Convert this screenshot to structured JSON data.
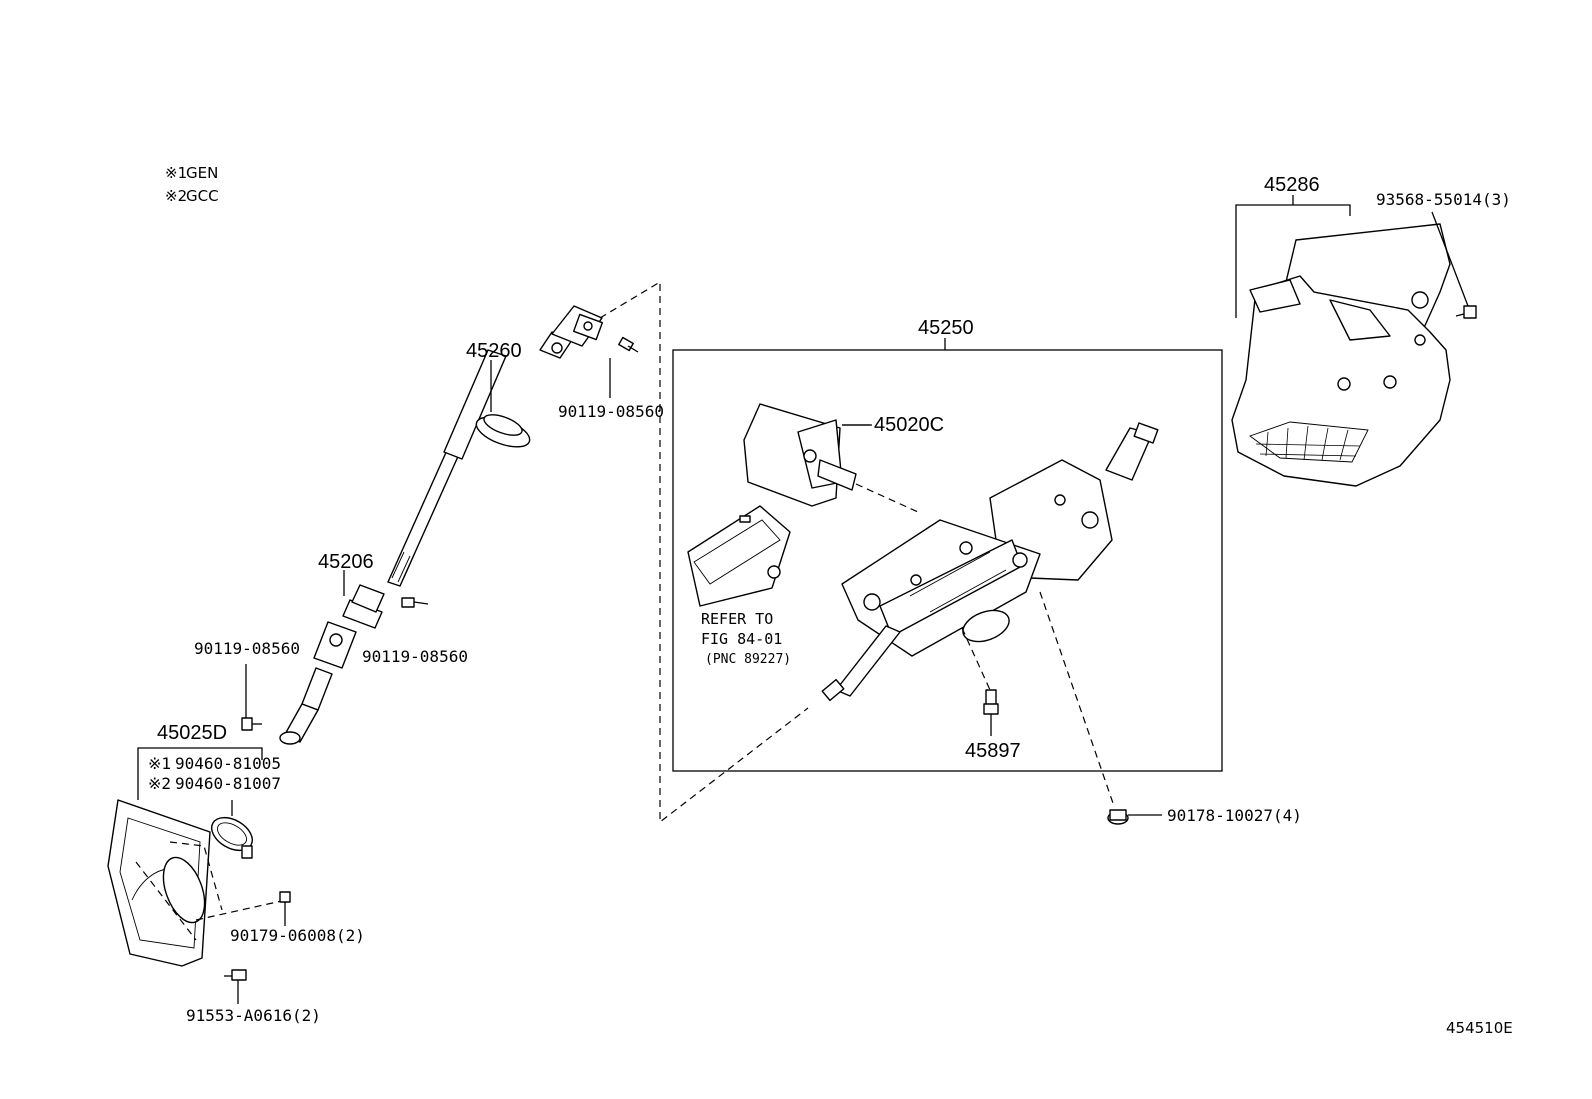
{
  "legend": [
    {
      "mark": "※1",
      "text": "GEN"
    },
    {
      "mark": "※2",
      "text": "GCC"
    }
  ],
  "labels": {
    "p45260": "45260",
    "p45206": "45206",
    "p45025D": "45025D",
    "p45250": "45250",
    "p45020C": "45020C",
    "p45897": "45897",
    "p45286": "45286",
    "b90119_a": "90119-08560",
    "b90119_b": "90119-08560",
    "b90119_c": "90119-08560",
    "seal1_mark": "※1",
    "seal1": "90460-81005",
    "seal2_mark": "※2",
    "seal2": "90460-81007",
    "nut_90179": "90179-06008(2)",
    "bolt_91553": "91553-A0616(2)",
    "nut_90178": "90178-10027(4)",
    "screw_93568": "93568-55014(3)",
    "refer_line1": "REFER TO",
    "refer_line2": "FIG 84-01",
    "refer_line3": "(PNC 89227)",
    "diagram_id": "454510E"
  }
}
